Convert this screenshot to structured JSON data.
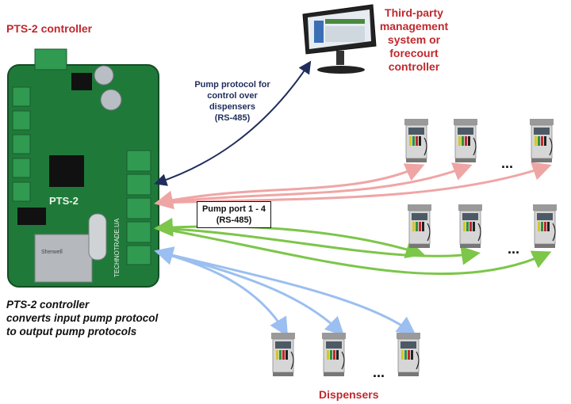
{
  "controller_title": "PTS-2 controller",
  "third_party": {
    "lines": [
      "Third-party",
      "management",
      "system or",
      "forecourt",
      "controller"
    ]
  },
  "pump_protocol_label": {
    "lines": [
      "Pump protocol for",
      "control over",
      "dispensers",
      "(RS-485)"
    ]
  },
  "pump_port_label": {
    "lines": [
      "Pump port 1 - 4",
      "(RS-485)"
    ]
  },
  "caption": {
    "lines": [
      "PTS-2 controller",
      "converts input pump protocol",
      "to output pump protocols"
    ]
  },
  "dispensers_label": "Dispensers",
  "ellipsis": "...",
  "board": {
    "brand_text": "TECHNOTRADE.UA",
    "model_text": "PTS-2",
    "jack_text": "Sherwell"
  },
  "colors": {
    "title_red": "#c0282d",
    "label_navy": "#1f2d5c",
    "arrow_navy": "#1f2d5c",
    "arrow_pink": "#f0a5a5",
    "arrow_green": "#7cc64a",
    "arrow_blue": "#9bbff0",
    "board_green": "#1f7a3a"
  },
  "icons": [
    "pts2-board",
    "pos-terminal-icon",
    "fuel-dispenser-icon"
  ]
}
